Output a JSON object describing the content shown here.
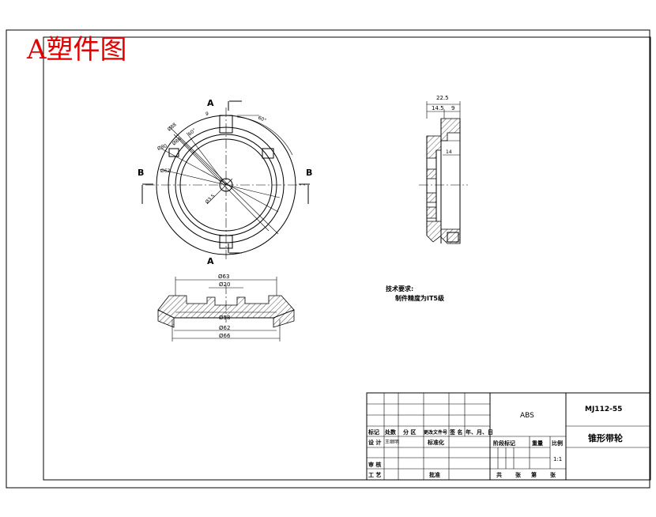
{
  "sheet_title": "A塑件图",
  "section_labels": {
    "a_top": "A",
    "a_bottom": "A",
    "b_left": "B",
    "b_right": "B"
  },
  "front_view_dims": {
    "d_outer1": "Ø88",
    "d_outer2": "Ø84",
    "d_mid": "Ø80",
    "d_62": "Ø62",
    "d_hole": "Ø3.5",
    "angle_1": "60°",
    "angle_2": "60°",
    "slot_w": "9"
  },
  "section_view_dims": {
    "width_total": "22.5",
    "width_a": "14.5",
    "width_b": "9",
    "depth": "14"
  },
  "bottom_view_dims": {
    "d_63": "Ø63",
    "d_20": "Ø20",
    "d_58": "Ø58",
    "d_62": "Ø62",
    "d_66": "Ø66"
  },
  "tech_notes": {
    "heading": "技术要求:",
    "line1": "制件精度为IT5级"
  },
  "title_block": {
    "material": "ABS",
    "drawing_no": "MJ112-55",
    "part_name": "锥形带轮",
    "scale": "1:1",
    "mark": "标记",
    "count": "处数",
    "zone": "分 区",
    "change_doc": "更改文件号",
    "signature": "签 名",
    "date": "年、月、日",
    "design": "设 计",
    "designer": "王继明",
    "standardization": "标准化",
    "stage_mark": "阶段标记",
    "weight": "重量",
    "ratio": "比例",
    "review": "审 核",
    "process": "工 艺",
    "approve": "批准",
    "total": "共",
    "sheets": "张",
    "page": "第",
    "sheet": "张"
  }
}
